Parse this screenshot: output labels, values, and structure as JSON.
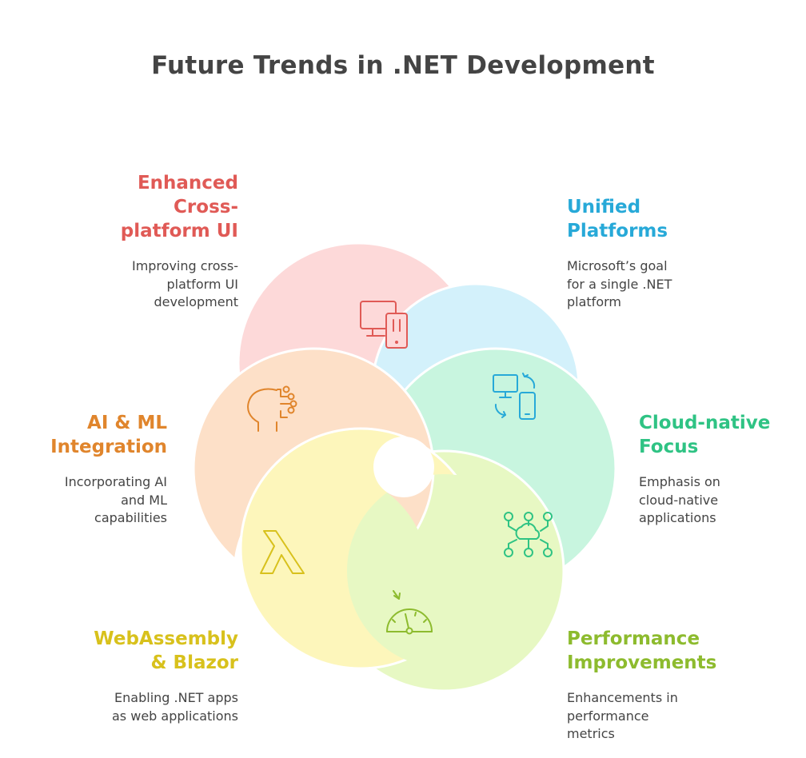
{
  "title": "Future Trends in .NET Development",
  "items": [
    {
      "heading_lines": [
        "Enhanced",
        "Cross-",
        "platform UI"
      ],
      "desc_lines": [
        "Improving cross-",
        "platform UI",
        "development"
      ],
      "icon": "monitor-phone-icon",
      "color": "#e05a56",
      "petal_color": "#fdd9d9"
    },
    {
      "heading_lines": [
        "Unified",
        "Platforms"
      ],
      "desc_lines": [
        "Microsoft’s goal",
        "for a single .NET",
        "platform"
      ],
      "icon": "device-sync-icon",
      "color": "#27a9d8",
      "petal_color": "#d3f1fb"
    },
    {
      "heading_lines": [
        "Cloud-native",
        "Focus"
      ],
      "desc_lines": [
        "Emphasis on",
        "cloud-native",
        "applications"
      ],
      "icon": "cloud-network-icon",
      "color": "#2fc384",
      "petal_color": "#c8f5df"
    },
    {
      "heading_lines": [
        "Performance",
        "Improvements"
      ],
      "desc_lines": [
        "Enhancements in",
        "performance",
        "metrics"
      ],
      "icon": "speedometer-icon",
      "color": "#8dbb2e",
      "petal_color": "#e7f8c3"
    },
    {
      "heading_lines": [
        "WebAssembly",
        "& Blazor"
      ],
      "desc_lines": [
        "Enabling .NET apps",
        "as web applications"
      ],
      "icon": "lambda-icon",
      "color": "#d8c11c",
      "petal_color": "#fdf6bb"
    },
    {
      "heading_lines": [
        "AI & ML",
        "Integration"
      ],
      "desc_lines": [
        "Incorporating AI",
        "and ML",
        "capabilities"
      ],
      "icon": "ai-head-circuit-icon",
      "color": "#e0852c",
      "petal_color": "#fde0c8"
    }
  ]
}
